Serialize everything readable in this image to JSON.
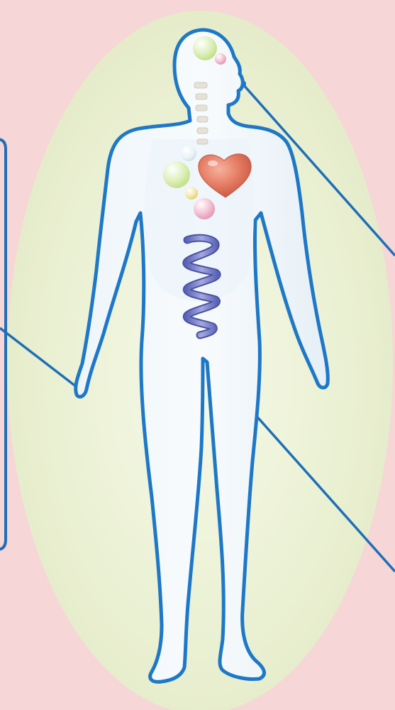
{
  "colors": {
    "page_background": "#f6d6d6",
    "halo_outer": "#e9efd3",
    "halo_inner": "#f4f8e4",
    "body_fill": "#f2f7fb",
    "body_outline": "#1e78c8",
    "leader_line": "#1e6fb8",
    "heart": "#e2705a",
    "spring": "#7a80c9",
    "sphere_green": "#d9efb4",
    "sphere_pink": "#f2b9cf",
    "sphere_yellow": "#f2e7a8",
    "sphere_white": "#e7f1f5",
    "vertebra": "#e9e6df"
  },
  "figure": {
    "subject": "human-body-outline",
    "pose": "standing-front"
  },
  "icons": {
    "organ": "heart-icon",
    "core": "spring-coil-icon",
    "particles": "energy-sphere-icon",
    "spine": "spine-icon"
  },
  "callouts": [
    {
      "id": "head",
      "side": "right"
    },
    {
      "id": "left-hand",
      "side": "left"
    },
    {
      "id": "groin",
      "side": "right"
    }
  ]
}
